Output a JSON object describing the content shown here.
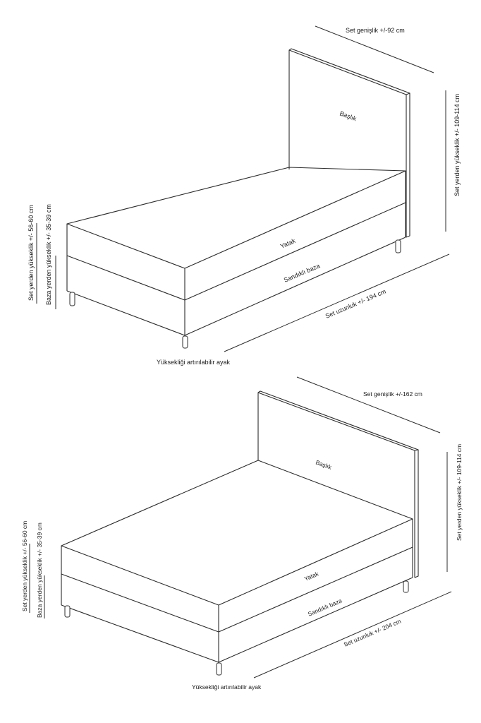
{
  "diagrams": [
    {
      "id": "single-bed",
      "labels": {
        "headboard": "Başlık",
        "mattress": "Yatak",
        "base": "Sandıklı baza",
        "width": "Set genişlik +/-92 cm",
        "height_total": "Set yerden yükseklik +/- 109-114 cm",
        "length": "Set uzunluk +/- 194 cm",
        "set_height": "Set yerden yükseklik +/- 56-60 cm",
        "base_height": "Baza yerden yükseklik +/- 35-39 cm",
        "legs": "Yüksekliği artırılabilir ayak"
      }
    },
    {
      "id": "double-bed",
      "labels": {
        "headboard": "Başlık",
        "mattress": "Yatak",
        "base": "Sandıklı baza",
        "width": "Set genişlik +/-162 cm",
        "height_total": "Set yerden yükseklik +/- 109-114 cm",
        "length": "Set uzunluk +/- 204 cm",
        "set_height": "Set yerden yükseklik +/- 56-60 cm",
        "base_height": "Baza yerden yükseklik +/- 35-39 cm",
        "legs": "Yüksekliği artırılabilir ayak"
      }
    }
  ],
  "colors": {
    "background": "#ffffff",
    "line": "#2b2b2b",
    "text": "#1a1a1a"
  }
}
